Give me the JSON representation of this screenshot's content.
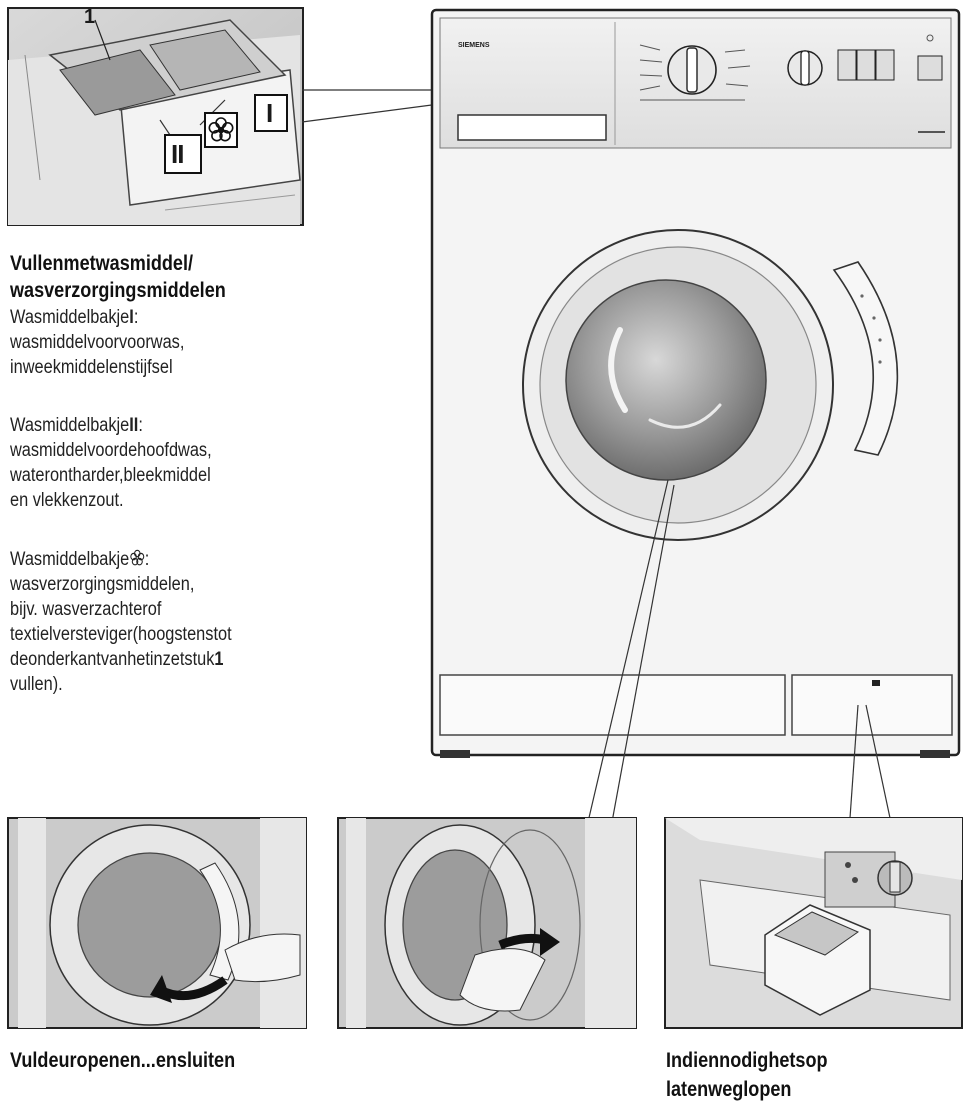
{
  "brand": "SIEMENS",
  "model": "",
  "callout": {
    "number": "1",
    "compartment_I": "I",
    "compartment_II": "II"
  },
  "instructions": {
    "heading_line1": "Vullenmetwasmiddel/",
    "heading_line2": "wasverzorgingsmiddelen",
    "comp1": {
      "label_prefix": "Wasmiddelbakje",
      "label_symbol": "I",
      "label_suffix": ":",
      "lines": [
        "wasmiddelvoorvoorwas,",
        "inweekmiddelenstijfsel"
      ]
    },
    "comp2": {
      "label_prefix": "Wasmiddelbakje",
      "label_symbol": "II",
      "label_suffix": ":",
      "lines": [
        "wasmiddelvoordehoofdwas,",
        "waterontharder,bleekmiddel",
        "en vlekkenzout."
      ]
    },
    "comp3": {
      "label_prefix": "Wasmiddelbakje",
      "label_suffix": ":",
      "lines": [
        "wasverzorgingsmiddelen,",
        "bijv. wasverzachterof",
        "textielversteviger(hoogstenstot"
      ],
      "last_line_prefix": "deonderkantvanhetinzetstuk",
      "last_line_bold": "1",
      "final_line": "vullen)."
    }
  },
  "captions": {
    "door": "Vuldeuropenen...ensluiten",
    "pump_line1": "Indiennodighetsop",
    "pump_line2": "latenweglopen"
  }
}
